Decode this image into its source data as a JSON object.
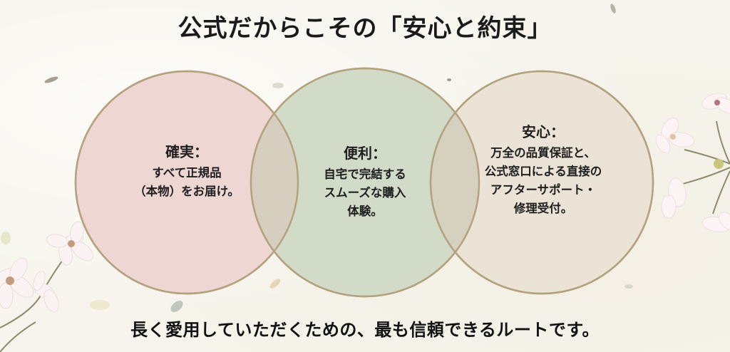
{
  "title": "公式だからこその「安心と約束」",
  "circles": [
    {
      "heading": "確実：",
      "lines": [
        "すべて正規品",
        "（本物）をお届け。"
      ],
      "color": "#eed6d3"
    },
    {
      "heading": "便利：",
      "lines": [
        "自宅で完結する",
        "スムーズな購入",
        "体験。"
      ],
      "color": "#d2dbc8"
    },
    {
      "heading": "安心：",
      "lines": [
        "万全の品質保証と、",
        "公式窓口による直接の",
        "アフターサポート・",
        "修理受付。"
      ],
      "color": "#ebe3d6"
    }
  ],
  "overlap_color": "#d6cfc0",
  "border_color": "#b4a27f",
  "tagline": "長く愛用していただくための、最も信頼できるルートです。",
  "decorations": [
    "cherry-blossom-left",
    "cherry-blossom-right",
    "falling-petals"
  ]
}
